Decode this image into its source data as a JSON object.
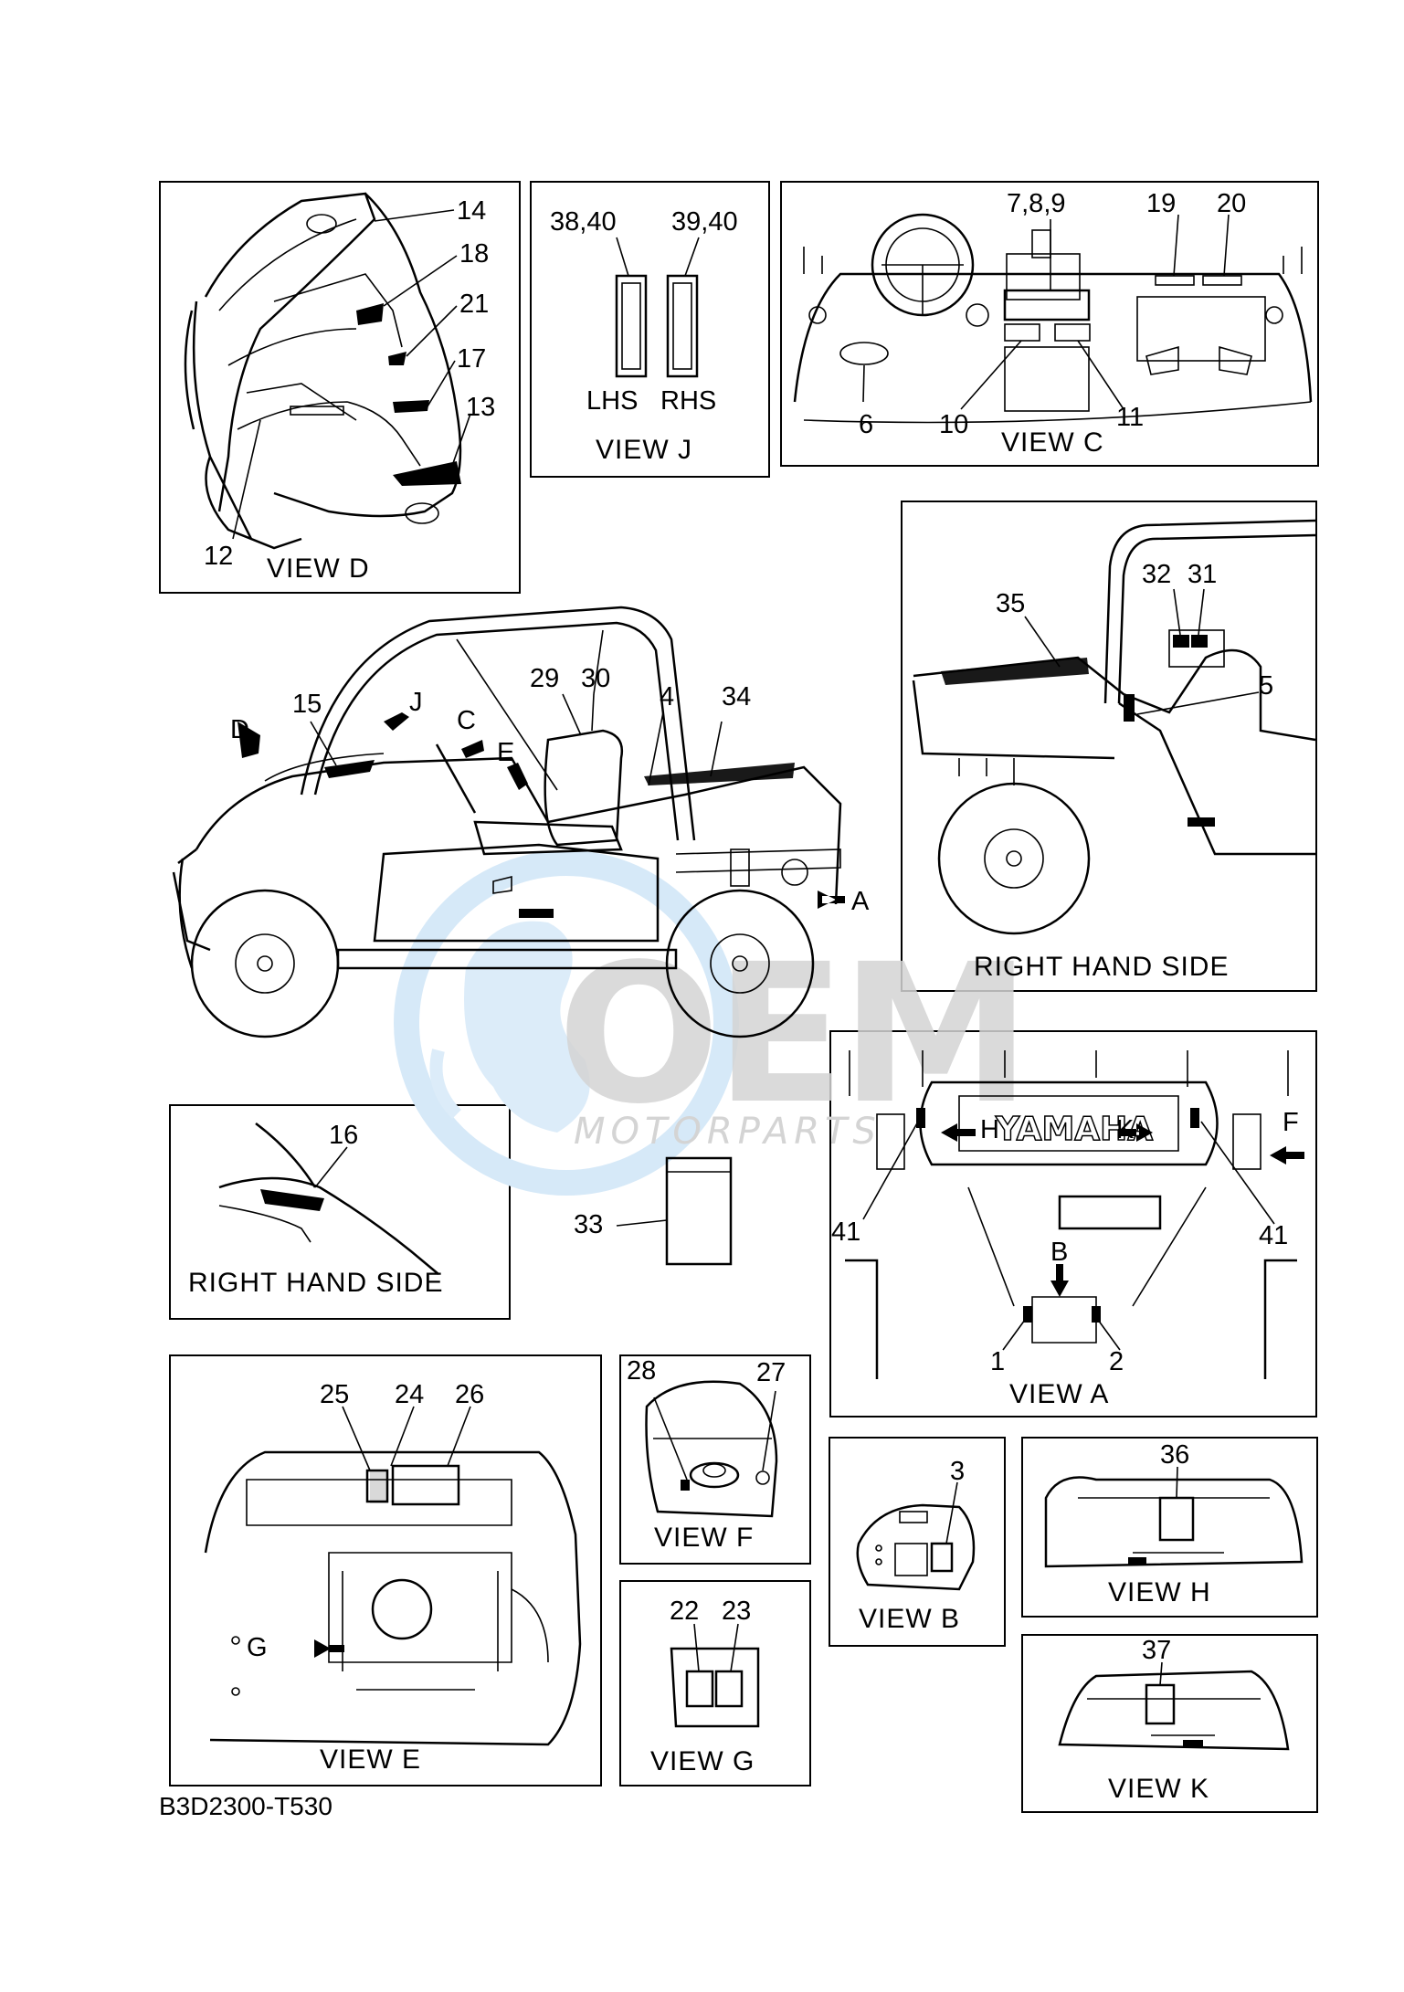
{
  "document_code": "B3D2300-T530",
  "watermark": {
    "big": "OEM",
    "small": "MOTORPARTS"
  },
  "panels": {
    "view_d": {
      "caption": "VIEW D",
      "labels": [
        "14",
        "18",
        "21",
        "17",
        "13",
        "12"
      ]
    },
    "view_j": {
      "caption": "VIEW J",
      "labels": [
        "38,40",
        "39,40",
        "LHS",
        "RHS"
      ]
    },
    "view_c": {
      "caption": "VIEW C",
      "labels": [
        "7,8,9",
        "19",
        "20",
        "6",
        "10",
        "11"
      ]
    },
    "rhs_top": {
      "caption": "RIGHT HAND SIDE",
      "labels": [
        "32",
        "31",
        "35",
        "5"
      ]
    },
    "main": {
      "labels": [
        "15",
        "J",
        "C",
        "D",
        "E",
        "29",
        "30",
        "4",
        "34",
        "A"
      ]
    },
    "rhs_small": {
      "caption": "RIGHT HAND SIDE",
      "labels": [
        "16"
      ]
    },
    "item_33": {
      "labels": [
        "33"
      ]
    },
    "view_a": {
      "caption": "VIEW A",
      "labels": [
        "H",
        "K",
        "F",
        "41",
        "41",
        "B",
        "1",
        "2"
      ]
    },
    "view_e": {
      "caption": "VIEW E",
      "labels": [
        "25",
        "24",
        "26",
        "G"
      ]
    },
    "view_f": {
      "caption": "VIEW F",
      "labels": [
        "28",
        "27"
      ]
    },
    "view_b": {
      "caption": "VIEW B",
      "labels": [
        "3"
      ]
    },
    "view_h": {
      "caption": "VIEW H",
      "labels": [
        "36"
      ]
    },
    "view_g": {
      "caption": "VIEW G",
      "labels": [
        "22",
        "23"
      ]
    },
    "view_k": {
      "caption": "VIEW K",
      "labels": [
        "37"
      ]
    }
  },
  "colors": {
    "line": "#000000",
    "watermark_blue": "#d6e9f8",
    "watermark_grey": "#d9d9d9"
  }
}
